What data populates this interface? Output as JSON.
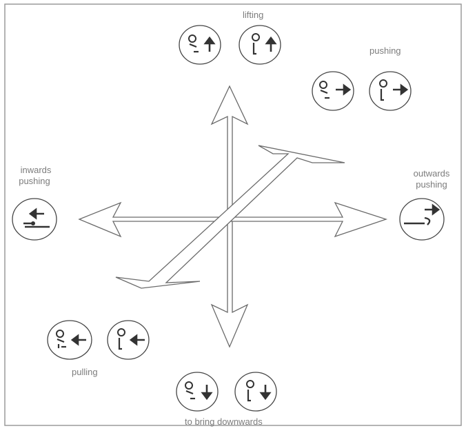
{
  "diagram": {
    "labels": {
      "lifting": "lifting",
      "pushing": "pushing",
      "inwards_pushing_line1": "inwards",
      "inwards_pushing_line2": "pushing",
      "outwards_pushing_line1": "outwards",
      "outwards_pushing_line2": "pushing",
      "pulling": "pulling",
      "bring_downwards": "to bring downwards"
    },
    "colors": {
      "line": "#6a6a6a",
      "text": "#7c7c7c",
      "frame": "#9a9a9a"
    },
    "icons": {
      "lifting": [
        "person-lifting-icon",
        "person-lifting-icon"
      ],
      "pushing": [
        "person-pushing-icon",
        "person-pushing-icon"
      ],
      "inwards_pushing": [
        "hand-inwards-icon"
      ],
      "outwards_pushing": [
        "hand-outwards-icon"
      ],
      "pulling": [
        "person-pulling-icon",
        "person-pulling-icon"
      ],
      "bring_downwards": [
        "person-lowering-icon",
        "person-lowering-icon"
      ]
    }
  }
}
